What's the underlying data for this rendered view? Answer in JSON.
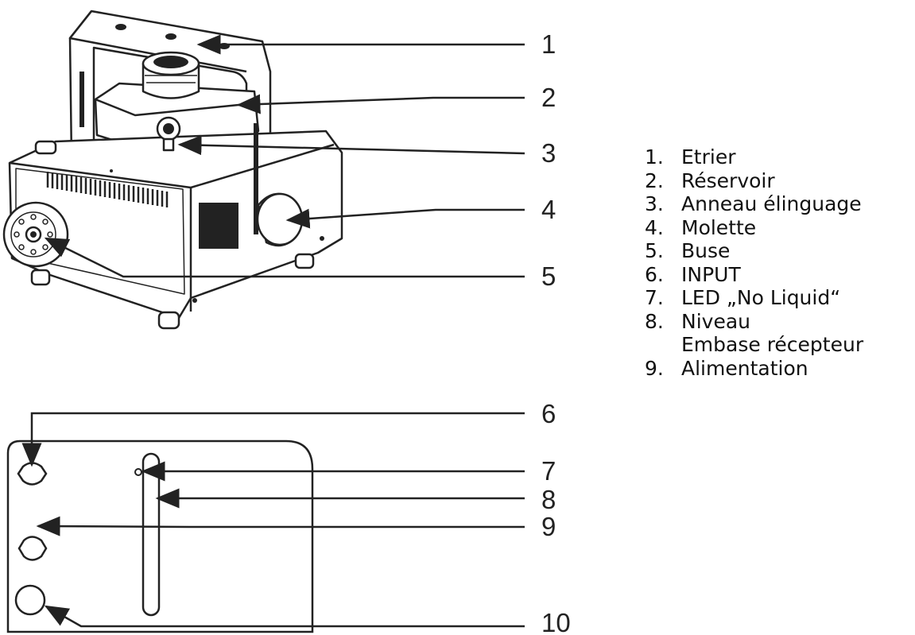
{
  "callouts": [
    "1",
    "2",
    "3",
    "4",
    "5",
    "6",
    "7",
    "8",
    "9",
    "10"
  ],
  "legend": [
    {
      "num": "1.",
      "label": "Etrier"
    },
    {
      "num": "2.",
      "label": "Réservoir"
    },
    {
      "num": "3.",
      "label": "Anneau élinguage"
    },
    {
      "num": "4.",
      "label": "Molette"
    },
    {
      "num": "5.",
      "label": "Buse"
    },
    {
      "num": "6.",
      "label": "INPUT"
    },
    {
      "num": "7.",
      "label": "LED „No Liquid“"
    },
    {
      "num": "8.",
      "label": "Niveau",
      "label2": "Embase récepteur"
    },
    {
      "num": "9.",
      "label": "Alimentation"
    }
  ],
  "colors": {
    "line": "#222222",
    "text": "#111111",
    "background": "#ffffff"
  }
}
